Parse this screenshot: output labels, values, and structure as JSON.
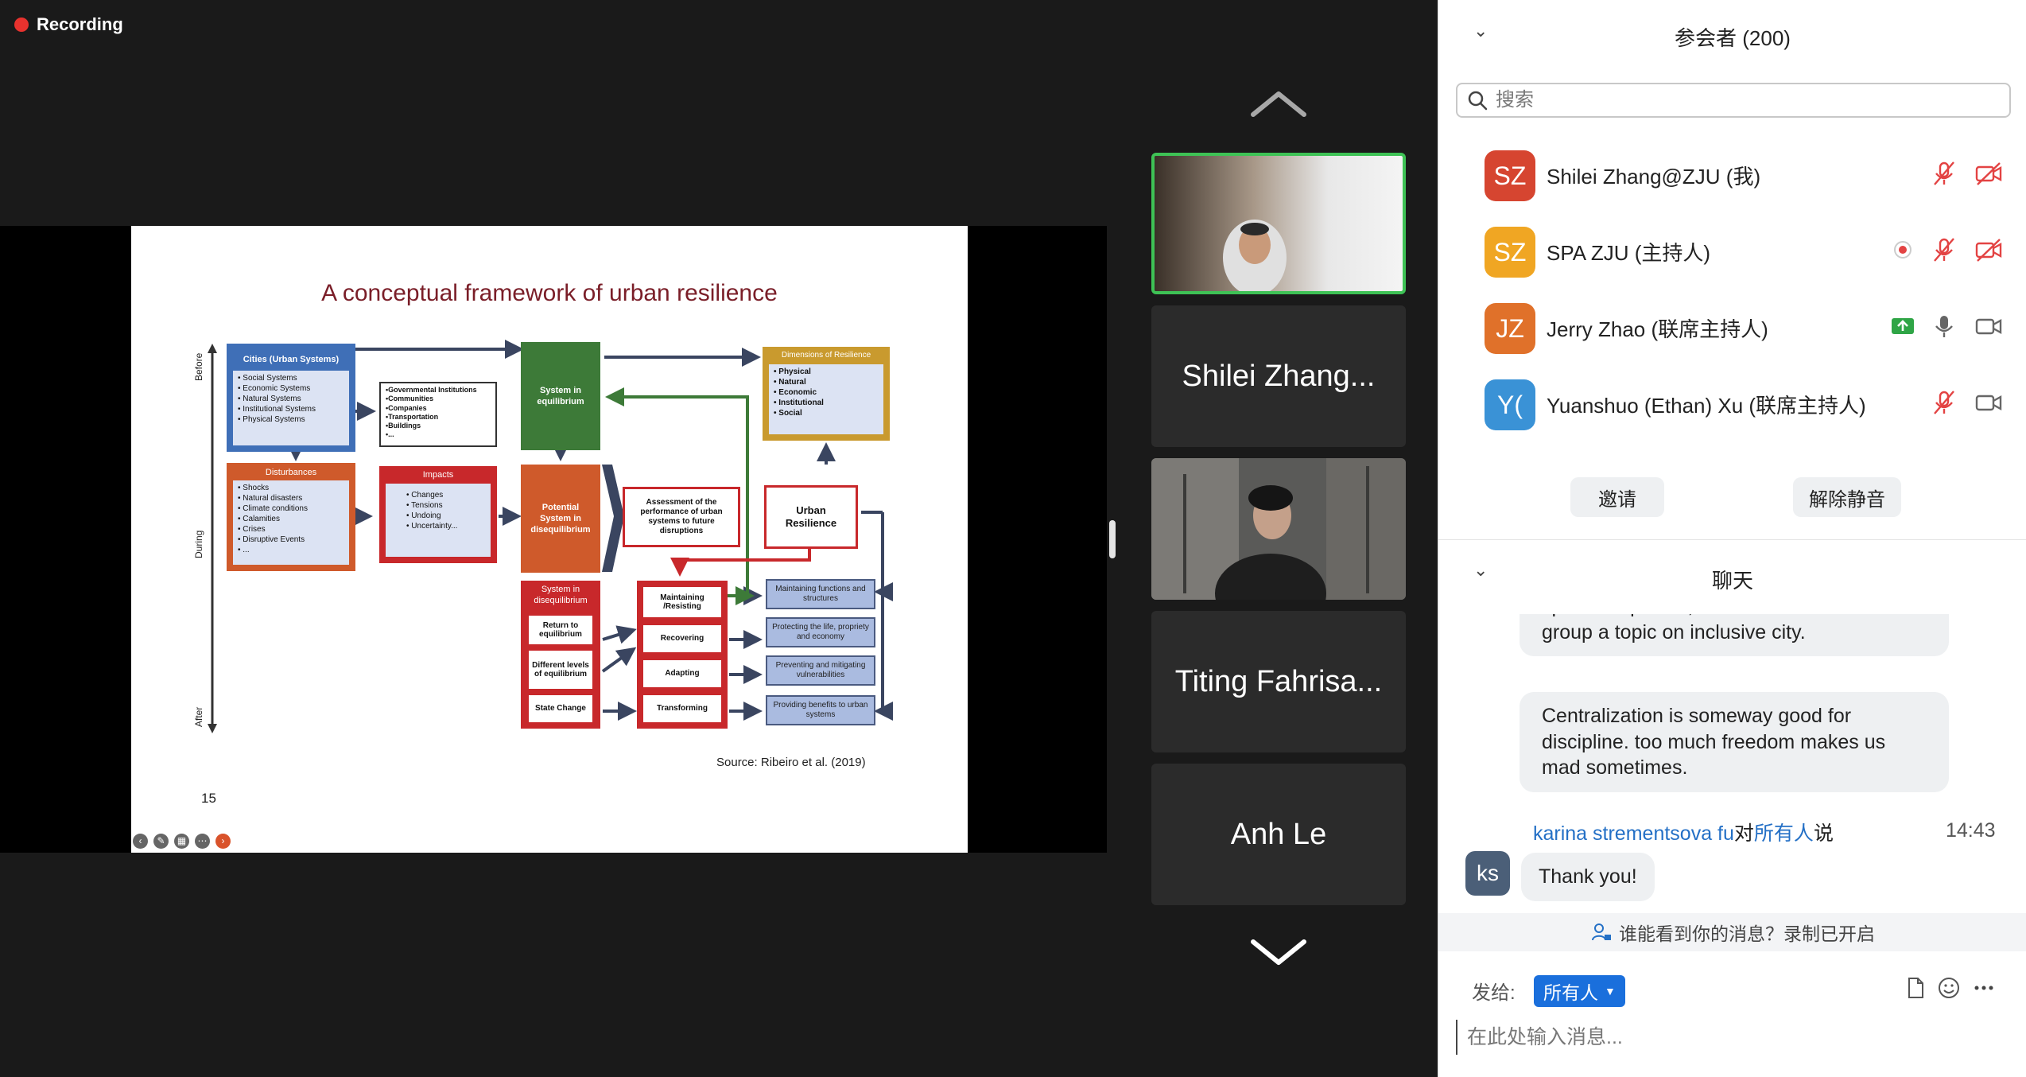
{
  "recording": {
    "label": "Recording"
  },
  "slide": {
    "title": "A conceptual framework of urban resilience",
    "page_number": "15",
    "source": "Source: Ribeiro et al. (2019)",
    "time_labels": [
      "Before",
      "During",
      "After"
    ],
    "cities": {
      "title": "Cities (Urban Systems)",
      "items": [
        "Social Systems",
        "Economic Systems",
        "Natural Systems",
        "Institutional Systems",
        "Physical Systems"
      ]
    },
    "institutions": {
      "items": [
        "•Governmental Institutions",
        "•Communities",
        "•Companies",
        "•Transportation",
        "•Buildings",
        "•..."
      ]
    },
    "disturbances": {
      "title": "Disturbances",
      "items": [
        "Shocks",
        "Natural disasters",
        "Climate conditions",
        "Calamities",
        "Crises",
        "Disruptive Events",
        "..."
      ]
    },
    "impacts": {
      "title": "Impacts",
      "items": [
        "Changes",
        "Tensions",
        "Undoing",
        "Uncertainty..."
      ]
    },
    "system_equilibrium": "System in equilibrium",
    "potential_disequilibrium": "Potential System in disequilibrium",
    "system_disequilibrium": {
      "title": "System in disequilibrium",
      "items": [
        "Return to equilibrium",
        "Different levels of equilibrium",
        "State Change"
      ]
    },
    "assessment": "Assessment of the performance of urban systems to future disruptions",
    "urban_resilience": "Urban Resilience",
    "dimensions": {
      "title": "Dimensions of Resilience",
      "items": [
        "Physical",
        "Natural",
        "Economic",
        "Institutional",
        "Social"
      ]
    },
    "actions": [
      "Maintaining /Resisting",
      "Recovering",
      "Adapting",
      "Transforming"
    ],
    "outcomes": [
      "Maintaining functions and structures",
      "Protecting the life, propriety and economy",
      "Preventing and mitigating vulnerabilities",
      "Providing benefits to urban systems"
    ],
    "colors": {
      "blue": "#3f6fb7",
      "orange": "#cf5a2b",
      "green": "#3d7a38",
      "red": "#c8282b",
      "gold": "#c99a2e"
    }
  },
  "video_tiles": [
    {
      "kind": "video",
      "person": "man-in-white-shirt"
    },
    {
      "kind": "name",
      "name": "Shilei Zhang..."
    },
    {
      "kind": "video",
      "person": "young-man-dark-shirt"
    },
    {
      "kind": "name",
      "name": "Titing Fahrisa..."
    },
    {
      "kind": "name",
      "name": "Anh Le"
    }
  ],
  "participants_panel": {
    "title": "参会者 (200)",
    "search_placeholder": "搜索",
    "participants": [
      {
        "initials": "SZ",
        "name": "Shilei Zhang@ZJU (我)",
        "color": "#d64530",
        "muted": true,
        "video_off": true,
        "recording": false,
        "sharing": false
      },
      {
        "initials": "SZ",
        "name": "SPA ZJU (主持人)",
        "color": "#f0a623",
        "muted": true,
        "video_off": true,
        "recording": true,
        "sharing": false
      },
      {
        "initials": "JZ",
        "name": "Jerry Zhao (联席主持人)",
        "color": "#e0712a",
        "muted": false,
        "video_off": false,
        "recording": false,
        "sharing": true
      },
      {
        "initials": "Y(",
        "name": "Yuanshuo (Ethan) Xu (联席主持人)",
        "color": "#3a92d6",
        "muted": true,
        "video_off": false,
        "recording": false,
        "sharing": false
      }
    ],
    "invite_label": "邀请",
    "unmute_label": "解除静音"
  },
  "chat": {
    "title": "聊天",
    "messages": [
      {
        "text": "specific topic. so, first we choose as a group a topic on inclusive city."
      },
      {
        "text": "Centralization is someway good for discipline. too much freedom makes us mad sometimes."
      }
    ],
    "last_sender": "karina strementsova fu",
    "last_to_word": "对",
    "last_recipient": "所有人",
    "last_said": "说",
    "last_time": "14:43",
    "last_avatar": "ks",
    "last_text": "Thank you!",
    "privacy_text": "谁能看到你的消息？录制已开启",
    "send_to_label": "发给:",
    "audience": "所有人",
    "input_placeholder": "在此处输入消息..."
  }
}
